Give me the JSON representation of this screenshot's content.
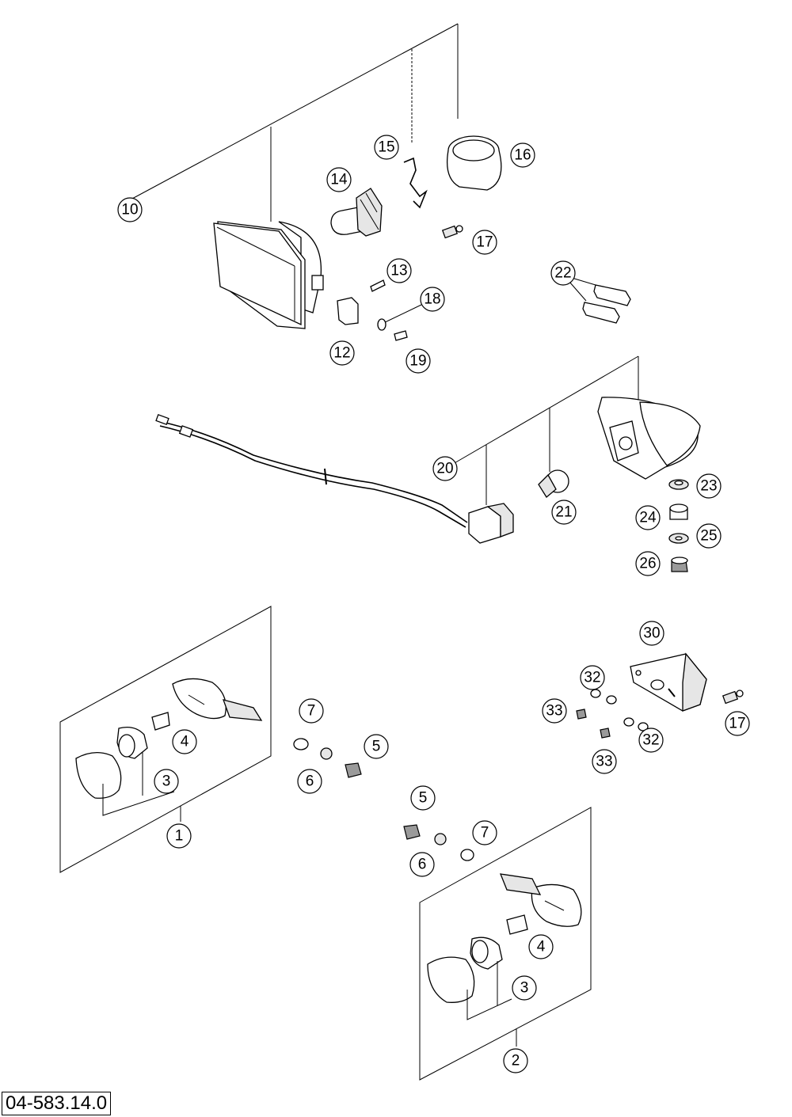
{
  "diagram_code": "04-583.14.0",
  "callouts": {
    "c10": "10",
    "c15": "15",
    "c16": "16",
    "c14": "14",
    "c17a": "17",
    "c13": "13",
    "c22": "22",
    "c18": "18",
    "c12": "12",
    "c19": "19",
    "c20": "20",
    "c21": "21",
    "c23": "23",
    "c24": "24",
    "c25": "25",
    "c26": "26",
    "c30": "30",
    "c32a": "32",
    "c33a": "33",
    "c17b": "17",
    "c32b": "32",
    "c33b": "33",
    "c7a": "7",
    "c4a": "4",
    "c5a": "5",
    "c6a": "6",
    "c3a": "3",
    "c1": "1",
    "c5b": "5",
    "c7b": "7",
    "c6b": "6",
    "c4b": "4",
    "c3b": "3",
    "c2": "2"
  }
}
